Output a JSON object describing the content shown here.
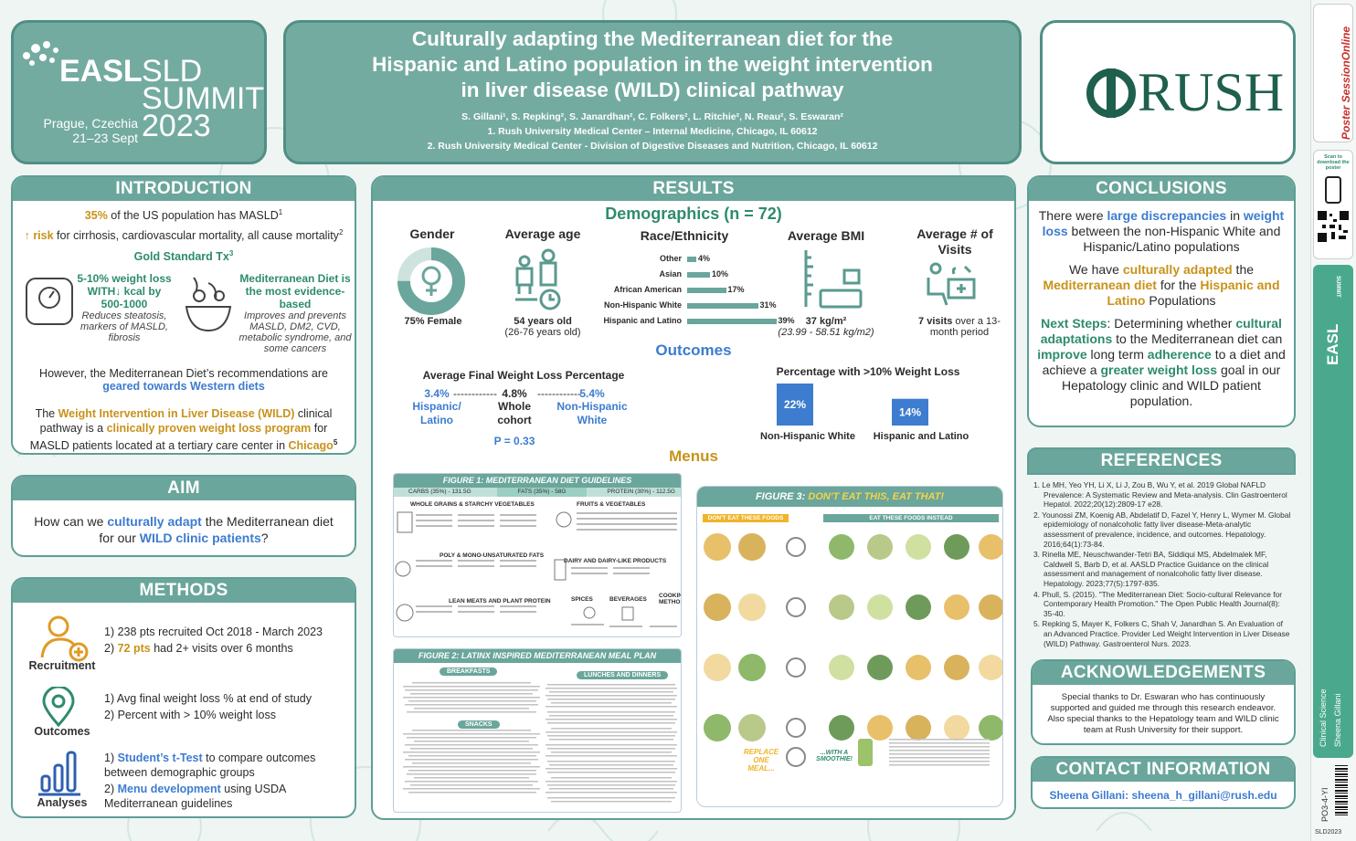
{
  "logo": {
    "easl": "EASL",
    "sld": "SLD",
    "summit": "SUMMIT",
    "city": "Prague, Czechia",
    "dates": "21–23 Sept",
    "year": "2023"
  },
  "title": {
    "line1": "Culturally adapting the Mediterranean diet for the",
    "line2": "Hispanic and Latino population in the weight intervention",
    "line3": "in liver disease (WILD) clinical pathway",
    "authors": "S. Gillani¹, S. Repking², S. Janardhan², C. Folkers², L. Ritchie², N. Reau², S. Eswaran²",
    "aff1": "1.     Rush University Medical Center – Internal Medicine, Chicago, IL 60612",
    "aff2": "2.     Rush University Medical Center - Division of Digestive Diseases and Nutrition, Chicago, IL 60612"
  },
  "rush": "RUSH",
  "intro": {
    "header": "INTRODUCTION",
    "l1a": "35%",
    "l1b": " of the US population has MASLD",
    "l1sup": "1",
    "l2a": "↑ risk",
    "l2b": " for cirrhosis, cardiovascular mortality, all cause mortality",
    "l2sup": "2",
    "gold": "Gold Standard Tx",
    "goldsup": "3",
    "tx1": "5-10% weight loss WITH↓ kcal by 500-1000",
    "tx1sub": "Reduces steatosis, markers of MASLD, fibrosis",
    "tx2": "Mediterranean Diet is the most evidence-based",
    "tx2sub": "Improves and prevents MASLD, DM2, CVD, metabolic syndrome, and some cancers",
    "however": "However, the Mediterranean Diet’s recommendations are",
    "geared": "geared towards Western diets",
    "p1": "The ",
    "wild": "Weight Intervention in Liver Disease (WILD)",
    "p2": " clinical pathway is a ",
    "proven": "clinically proven weight loss program",
    "p3": " for MASLD patients located at a tertiary care center in ",
    "chicago": "Chicago",
    "sup5": "5"
  },
  "aim": {
    "header": "AIM",
    "t1": "How can we ",
    "adapt": "culturally adapt",
    "t2": " the Mediterranean diet for our ",
    "wild": "WILD clinic patients",
    "t3": "?"
  },
  "methods": {
    "header": "METHODS",
    "rec": "Recruitment",
    "r1": "1) 238 pts recruited Oct 2018 - March 2023",
    "r2a": "2) ",
    "r2b": "72 pts",
    "r2c": " had 2+ visits over 6 months",
    "out": "Outcomes",
    "o1": "1) Avg final weight loss % at end of study",
    "o2": "2) Percent with > 10% weight loss",
    "ana": "Analyses",
    "a1a": "1) ",
    "a1b": "Student’s t-Test",
    "a1c": " to compare outcomes between demographic groups",
    "a2a": "2) ",
    "a2b": "Menu development",
    "a2c": " using USDA Mediterranean guidelines"
  },
  "results": {
    "header": "RESULTS",
    "demo": "Demographics (n = 72)",
    "gender": "Gender",
    "female": "75% Female",
    "age": "Average age",
    "agev": "54 years old",
    "ager": "(26-76 years old)",
    "race": "Race/Ethnicity",
    "bmi": "Average BMI",
    "bmiv": "37 kg/m²",
    "bmir": "(23.99 - 58.51 kg/m2)",
    "visits": "Average # of Visits",
    "visv": "7 visits",
    "visp": " over a 13-month period",
    "outcomes": "Outcomes",
    "awl": "Average Final Weight Loss Percentage",
    "hisp": "3.4%",
    "hispl": "Hispanic/ Latino",
    "whole": "4.8%",
    "wholel": "Whole cohort",
    "nhw": "5.4%",
    "nhwl": "Non-Hispanic White",
    "dash": "------------",
    "p": "P = 0.33",
    "pct": "Percentage with >10% Weight Loss",
    "b1": "22%",
    "b1l": "Non-Hispanic White",
    "b2": "14%",
    "b2l": "Hispanic and Latino",
    "menus": "Menus",
    "fig1": "FIGURE 1: MEDITERRANEAN DIET GUIDELINES",
    "carbs": "CARBS (35%) - 131.5G",
    "fats": "FATS (35%) - 58G",
    "protein": "PROTEIN (30%) - 112.5G",
    "f1a": "WHOLE GRAINS & STARCHY VEGETABLES",
    "f1b": "FRUITS & VEGETABLES",
    "f1c": "POLY & MONO-UNSATURATED FATS",
    "f1d": "DAIRY AND DAIRY-LIKE PRODUCTS",
    "f1e": "LEAN MEATS AND PLANT PROTEIN",
    "f1f": "SPICES",
    "f1g": "BEVERAGES",
    "f1h": "COOKING METHODS",
    "fig2": "FIGURE 2: LATINX INSPIRED MEDITERRANEAN MEAL PLAN",
    "breakfasts": "BREAKFASTS",
    "lunches": "LUNCHES AND DINNERS",
    "snacks": "SNACKS",
    "fig3a": "FIGURE 3: ",
    "fig3b": "DON'T EAT THIS, ",
    "fig3c": "EAT THAT!",
    "dont": "DON'T EAT THESE FOODS",
    "eat": "EAT THESE FOODS INSTEAD",
    "replace": "REPLACE ONE MEAL...",
    "smoothie": "...WITH A SMOOTHIE!"
  },
  "race_chart": {
    "type": "bar",
    "categories": [
      "Other",
      "Asian",
      "African American",
      "Non-Hispanic White",
      "Hispanic and Latino"
    ],
    "values": [
      4,
      10,
      17,
      31,
      39
    ],
    "labels": [
      "4%",
      "10%",
      "17%",
      "31%",
      "39%"
    ]
  },
  "conclusions": {
    "header": "CONCLUSIONS",
    "c1a": "There were ",
    "c1b": "large discrepancies",
    "c1c": " in ",
    "c1d": "weight loss",
    "c1e": " between the non-Hispanic White and Hispanic/Latino populations",
    "c2a": "We have ",
    "c2b": "culturally adapted",
    "c2c": " the ",
    "c2d": "Mediterranean diet",
    "c2e": " for the ",
    "c2f": "Hispanic and Latino",
    "c2g": " Populations",
    "c3a": "Next Steps",
    "c3b": ": Determining whether ",
    "c3c": "cultural adaptations",
    "c3d": " to the Mediterranean diet can ",
    "c3e": "improve",
    "c3f": " long term ",
    "c3g": "adherence",
    "c3h": " to a diet and achieve a ",
    "c3i": "greater weight loss",
    "c3j": " goal in our Hepatology clinic and WILD patient population."
  },
  "references": {
    "header": "REFERENCES",
    "items": [
      "1.  Le MH, Yeo YH, Li X, Li J, Zou B, Wu Y, et al. 2019 Global NAFLD Prevalence: A Systematic Review and Meta-analysis. Clin Gastroenterol Hepatol. 2022;20(12):2809-17 e28.",
      "2.  Younossi ZM, Koenig AB, Abdelatif D, Fazel Y, Henry L, Wymer M. Global epidemiology of nonalcoholic fatty liver disease-Meta-analytic assessment of prevalence, incidence, and outcomes. Hepatology. 2016;64(1):73-84.",
      "3.  Rinella ME, Neuschwander-Tetri BA, Siddiqui MS, Abdelmalek MF, Caldwell S, Barb D, et al. AASLD Practice Guidance on the clinical assessment and management of nonalcoholic fatty liver disease. Hepatology. 2023;77(5):1797-835.",
      "4.  Phull, S. (2015). \"The Mediterranean Diet: Socio-cultural Relevance for Contemporary Health Promotion.\" The Open Public Health Journal(8): 35-40.",
      "5.  Repking S, Mayer K, Folkers C, Shah V, Janardhan S. An Evaluation of an Advanced Practice. Provider Led Weight Intervention in Liver Disease (WILD) Pathway. Gastroenterol Nurs. 2023."
    ]
  },
  "ack": {
    "header": "ACKNOWLEDGEMENTS",
    "text": "Special thanks to Dr. Eswaran who has continuously supported and guided me through this research endeavor. Also special thanks to the Hepatology team and WILD clinic team at Rush University for their support."
  },
  "contact": {
    "header": "CONTACT INFORMATION",
    "text": "Sheena Gillani: sheena_h_gillani@rush.edu"
  },
  "side": {
    "brand": "Poster SessionOnline",
    "scan": "Scan to download the poster",
    "summit": "SUMMIT",
    "easl": "EASL",
    "cat": "Clinical Science",
    "name": "Sheena Gillani",
    "code": "PO3-4-YI",
    "year": "SLD2023"
  },
  "colors": {
    "teal": "#6aa69b",
    "green": "#2e8b6e",
    "gold": "#c8921a",
    "blue": "#3d7ccf"
  }
}
